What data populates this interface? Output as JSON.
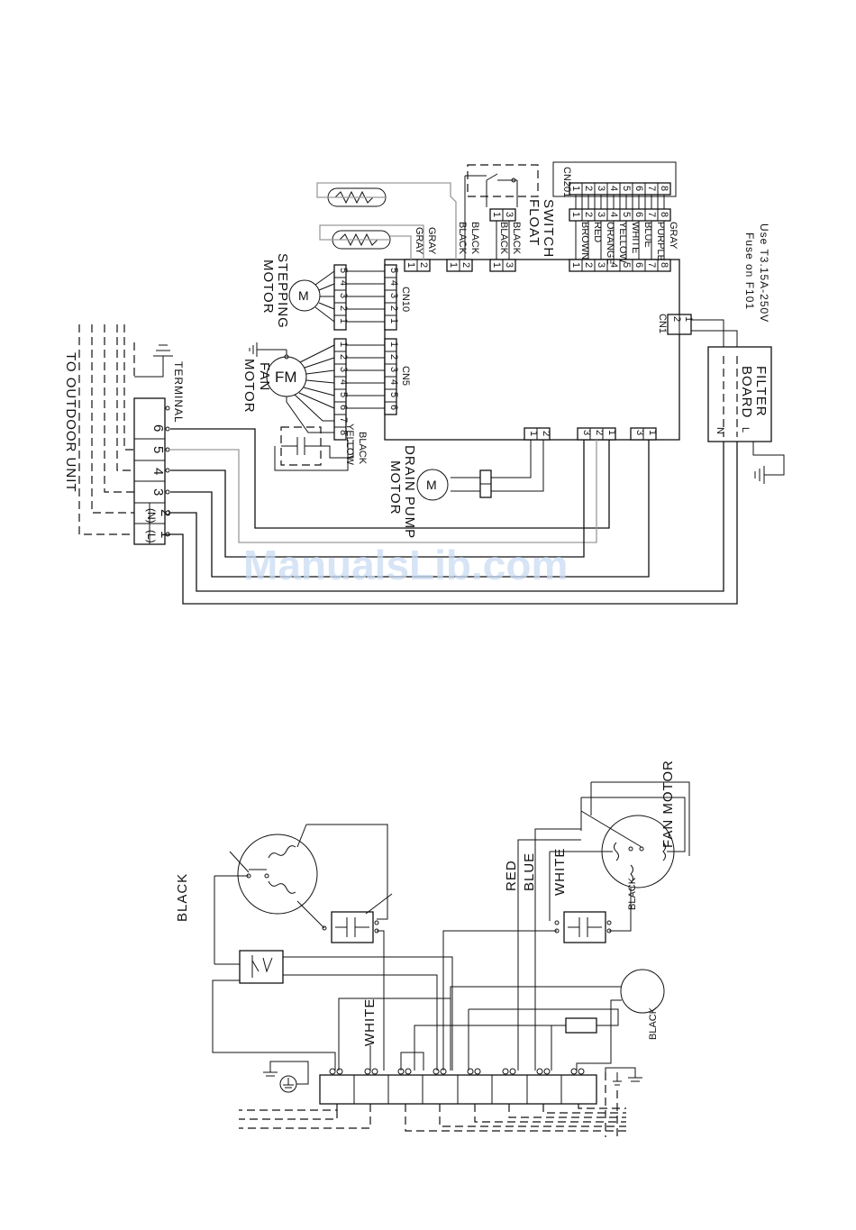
{
  "upper": {
    "watermark": "ManualsLib.com",
    "fuse_note_1": "Use T3.15A-250V",
    "fuse_note_2": "Fuse on F101",
    "filter_board_1": "FILTER",
    "filter_board_2": "BOARD",
    "filter_n": "N",
    "filter_l": "L",
    "cn1": "CN1",
    "cn10": "CN10",
    "cn5": "CN5",
    "cn201": "CN201",
    "float_switch_1": "FLOAT",
    "float_switch_2": "SWITCH",
    "stepping_motor_1": "STEPPING",
    "stepping_motor_2": "MOTOR",
    "fan_motor_1": "FAN",
    "fan_motor_2": "MOTOR",
    "fm": "FM",
    "m": "M",
    "drain_pump_1": "DRAIN PUMP",
    "drain_pump_2": "MOTOR",
    "terminal": "TERMINAL",
    "to_outdoor": "TO OUTDOOR UNIT",
    "terminal_rows": [
      "6",
      "5",
      "4",
      "3",
      "2",
      "1"
    ],
    "terminal_subs": [
      "(N)",
      "(L)"
    ],
    "wire_gray": "GRAY",
    "wire_black": "BLACK",
    "wire_yellow": "YELLOW",
    "cn201_wires": [
      "BROWN",
      "RED",
      "ORANGE",
      "YELLOW",
      "WHITE",
      "BLUE",
      "PURPLE",
      "GRAY"
    ],
    "pins_8": [
      "1",
      "2",
      "3",
      "4",
      "5",
      "6",
      "7",
      "8"
    ],
    "pins_5": [
      "5",
      "4",
      "3",
      "2",
      "1"
    ],
    "pins_9": [
      "1",
      "2",
      "3",
      "4",
      "5",
      "6",
      "7",
      "8",
      "9"
    ],
    "pins_6": [
      "1",
      "2",
      "3",
      "4",
      "5",
      "6"
    ],
    "pins_2": [
      "1",
      "2"
    ],
    "pins_21": [
      "2",
      "1"
    ],
    "pins_13": [
      "1",
      "3"
    ],
    "pins_321": [
      "3",
      "2",
      "1"
    ],
    "pins_31": [
      "3",
      "1"
    ]
  },
  "lower": {
    "black_left": "BLACK",
    "white_mid": "WHITE",
    "red": "RED",
    "blue": "BLUE",
    "white_right": "WHITE",
    "black_fan": "BLACK",
    "black_pump": "BLACK",
    "fan_motor": "FAN MOTOR"
  }
}
